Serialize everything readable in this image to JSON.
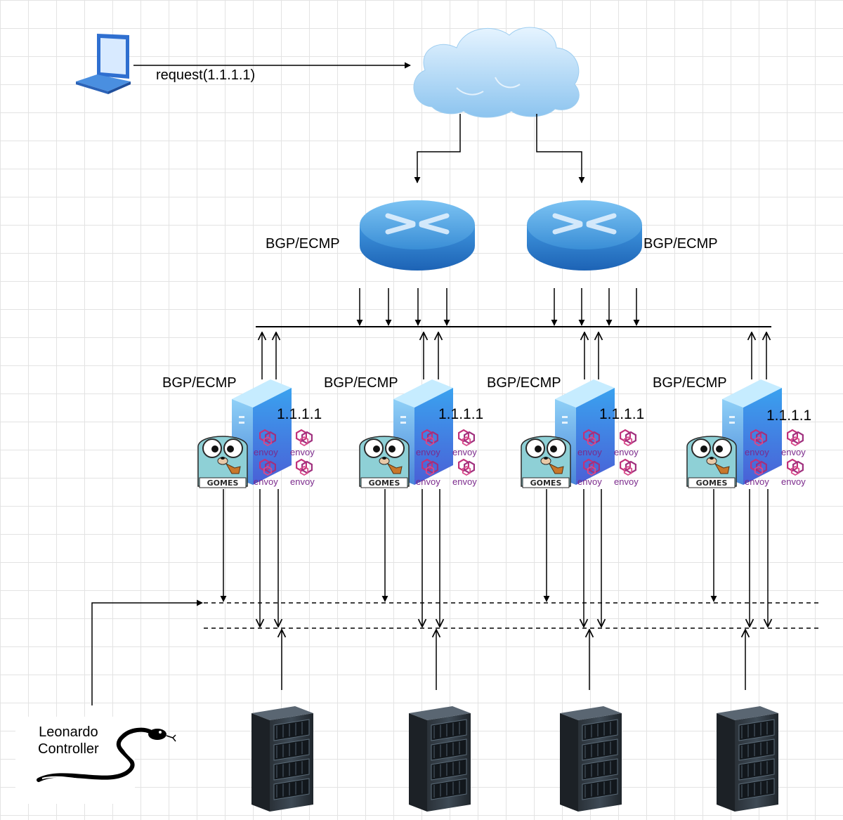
{
  "request_label": "request(1.1.1.1)",
  "router_labels": [
    "BGP/ECMP",
    "BGP/ECMP"
  ],
  "nodes": [
    {
      "bgp": "BGP/ECMP",
      "ip": "1.1.1.1",
      "gomes": "GOMES",
      "envoy": [
        "envoy",
        "envoy",
        "envoy",
        "envoy"
      ]
    },
    {
      "bgp": "BGP/ECMP",
      "ip": "1.1.1.1",
      "gomes": "GOMES",
      "envoy": [
        "envoy",
        "envoy",
        "envoy",
        "envoy"
      ]
    },
    {
      "bgp": "BGP/ECMP",
      "ip": "1.1.1.1",
      "gomes": "GOMES",
      "envoy": [
        "envoy",
        "envoy",
        "envoy",
        "envoy"
      ]
    },
    {
      "bgp": "BGP/ECMP",
      "ip": "1.1.1.1",
      "gomes": "GOMES",
      "envoy": [
        "envoy",
        "envoy",
        "envoy",
        "envoy"
      ]
    }
  ],
  "controller": {
    "line1": "Leonardo",
    "line2": "Controller"
  },
  "icons": {
    "client": "laptop-icon",
    "internet": "cloud-icon",
    "router": "router-icon",
    "server": "server-icon",
    "backend": "rack-server-icon",
    "mascot": "gopher-icon",
    "proxy": "envoy-logo-icon",
    "controller": "snake-icon"
  },
  "colors": {
    "line": "#000000",
    "envoy": "#c2327b",
    "server": "#3b86d8",
    "router": "#3a8ed6",
    "cloud": "#a8d4f5"
  }
}
